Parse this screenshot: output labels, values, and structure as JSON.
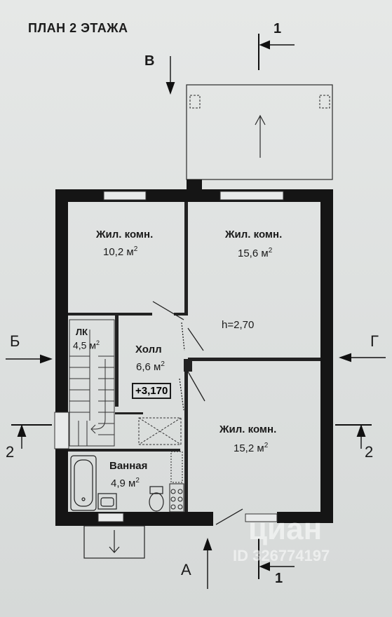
{
  "plan": {
    "title": "ПЛАН 2 ЭТАЖА",
    "height_label": "h=2,70",
    "level_label": "+3,170"
  },
  "rooms": [
    {
      "id": "living-room-1",
      "name": "Жил. комн.",
      "area": "10,2 м",
      "sup": "2"
    },
    {
      "id": "living-room-2",
      "name": "Жил. комн.",
      "area": "15,6 м",
      "sup": "2"
    },
    {
      "id": "living-room-3",
      "name": "Жил. комн.",
      "area": "15,2 м",
      "sup": "2"
    },
    {
      "id": "hall",
      "name": "Холл",
      "area": "6,6 м",
      "sup": "2"
    },
    {
      "id": "stair",
      "name": "ЛК",
      "area": "4,5 м",
      "sup": "2"
    },
    {
      "id": "bathroom",
      "name": "Ванная",
      "area": "4,9 м",
      "sup": "2"
    }
  ],
  "sections": {
    "a": "А",
    "b": "Б",
    "v": "В",
    "g": "Г",
    "one_top": "1",
    "one_bottom": "1",
    "two_left": "2",
    "two_right": "2"
  },
  "watermark": {
    "brand": "циан",
    "id": "ID 326774197"
  }
}
